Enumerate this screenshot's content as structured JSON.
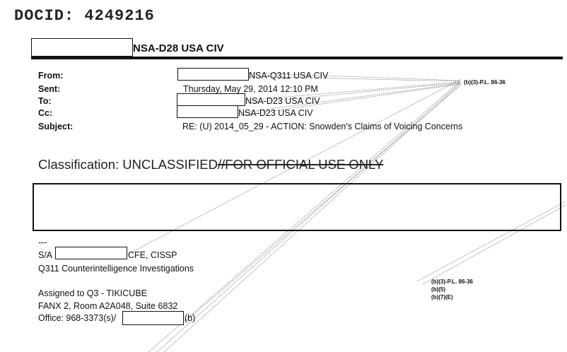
{
  "doc": {
    "docid": "DOCID: 4249216",
    "sender_suffix": "NSA-D28 USA CIV"
  },
  "header": {
    "from_label": "From:",
    "from_value": "NSA-Q311 USA CIV",
    "sent_label": "Sent:",
    "sent_value": "Thursday, May 29, 2014 12:10 PM",
    "to_label": "To:",
    "to_value": "NSA-D23 USA CIV",
    "cc_label": "Cc:",
    "cc_value": "NSA-D23 USA CIV",
    "subject_label": "Subject:",
    "subject_value": "RE: (U) 2014_05_29 - ACTION:  Snowden's Claims of Voicing Concerns"
  },
  "classification": {
    "label": "Classification: UNCLASSIFIED",
    "struck": "//FOR OFFICIAL USE ONLY"
  },
  "signature": {
    "dashes": "---",
    "title_prefix": "S/A",
    "title_suffix": "CFE, CISSP",
    "unit": "Q311 Counterintelligence Investigations",
    "assigned": "Assigned to Q3 - TIKICUBE",
    "room": "FANX 2, Room A2A048, Suite 6832",
    "office_prefix": "Office: 968-3373(s)/",
    "office_suffix": "(b)"
  },
  "exemptions": {
    "top": "(b)(3)-P.L. 86-36",
    "lower_1": "(b)(3)-P.L. 86-36",
    "lower_2": "(b)(5)",
    "lower_3": "(b)(7)(E)"
  }
}
